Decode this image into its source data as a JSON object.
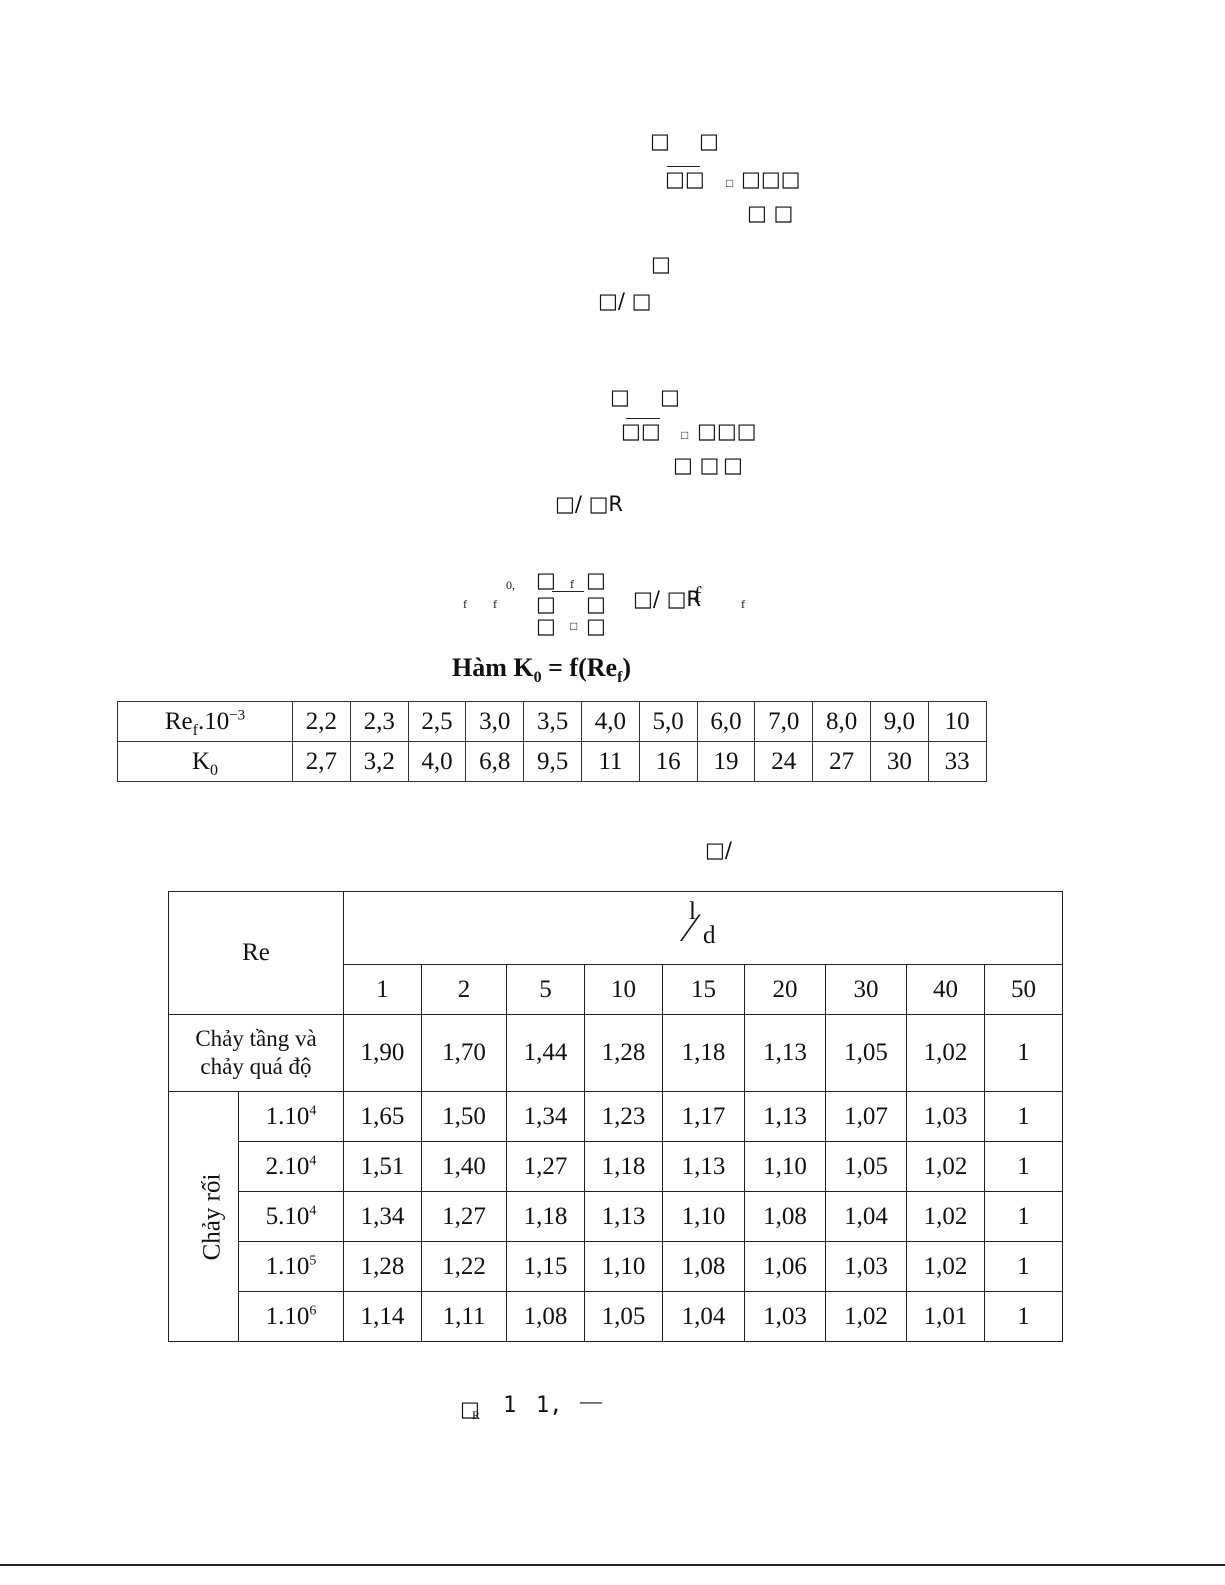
{
  "formula_glyphs": {
    "box": "□",
    "box_pair": "□□",
    "box_triple": "□□□",
    "box_q_box": "□ □",
    "box_sub_f_box": "□/ □",
    "box_sub_f": "□/",
    "box_sub_r": "□/ □R",
    "box_bottom": "□R",
    "small_box": "□",
    "sub_R": "R",
    "sub_f": "f",
    "sub_0": "0,",
    "f_letter": "f",
    "one": "1",
    "one_comma": "1,",
    "dash": "—"
  },
  "table1": {
    "caption_prefix": "Hàm K",
    "caption_sub0": "0",
    "caption_mid": " = f(Re",
    "caption_subf": "f",
    "caption_suffix": ")",
    "row1_label_pre": "Re",
    "row1_label_sub": "f",
    "row1_label_post": ".10",
    "row1_label_sup": "−3",
    "row2_label_pre": "K",
    "row2_label_sub": "0",
    "re_values": [
      "2,2",
      "2,3",
      "2,5",
      "3,0",
      "3,5",
      "4,0",
      "5,0",
      "6,0",
      "7,0",
      "8,0",
      "9,0",
      "10"
    ],
    "k0_values": [
      "2,7",
      "3,2",
      "4,0",
      "6,8",
      "9,5",
      "11",
      "16",
      "19",
      "24",
      "27",
      "30",
      "33"
    ]
  },
  "table2": {
    "re_header": "Re",
    "ld_num": "l",
    "ld_den": "d",
    "ld_slash": "⁄",
    "ld_values": [
      "1",
      "2",
      "5",
      "10",
      "15",
      "20",
      "30",
      "40",
      "50"
    ],
    "laminar_label_line1": "Chảy tầng và",
    "laminar_label_line2": "chảy quá độ",
    "laminar_values": [
      "1,90",
      "1,70",
      "1,44",
      "1,28",
      "1,18",
      "1,13",
      "1,05",
      "1,02",
      "1"
    ],
    "turbulent_label": "Chảy rối",
    "turbulent_rows": [
      {
        "re_base": "1.10",
        "re_exp": "4",
        "values": [
          "1,65",
          "1,50",
          "1,34",
          "1,23",
          "1,17",
          "1,13",
          "1,07",
          "1,03",
          "1"
        ]
      },
      {
        "re_base": "2.10",
        "re_exp": "4",
        "values": [
          "1,51",
          "1,40",
          "1,27",
          "1,18",
          "1,13",
          "1,10",
          "1,05",
          "1,02",
          "1"
        ]
      },
      {
        "re_base": "5.10",
        "re_exp": "4",
        "values": [
          "1,34",
          "1,27",
          "1,18",
          "1,13",
          "1,10",
          "1,08",
          "1,04",
          "1,02",
          "1"
        ]
      },
      {
        "re_base": "1.10",
        "re_exp": "5",
        "values": [
          "1,28",
          "1,22",
          "1,15",
          "1,10",
          "1,08",
          "1,06",
          "1,03",
          "1,02",
          "1"
        ]
      },
      {
        "re_base": "1.10",
        "re_exp": "6",
        "values": [
          "1,14",
          "1,11",
          "1,08",
          "1,05",
          "1,04",
          "1,03",
          "1,02",
          "1,01",
          "1"
        ]
      }
    ]
  }
}
